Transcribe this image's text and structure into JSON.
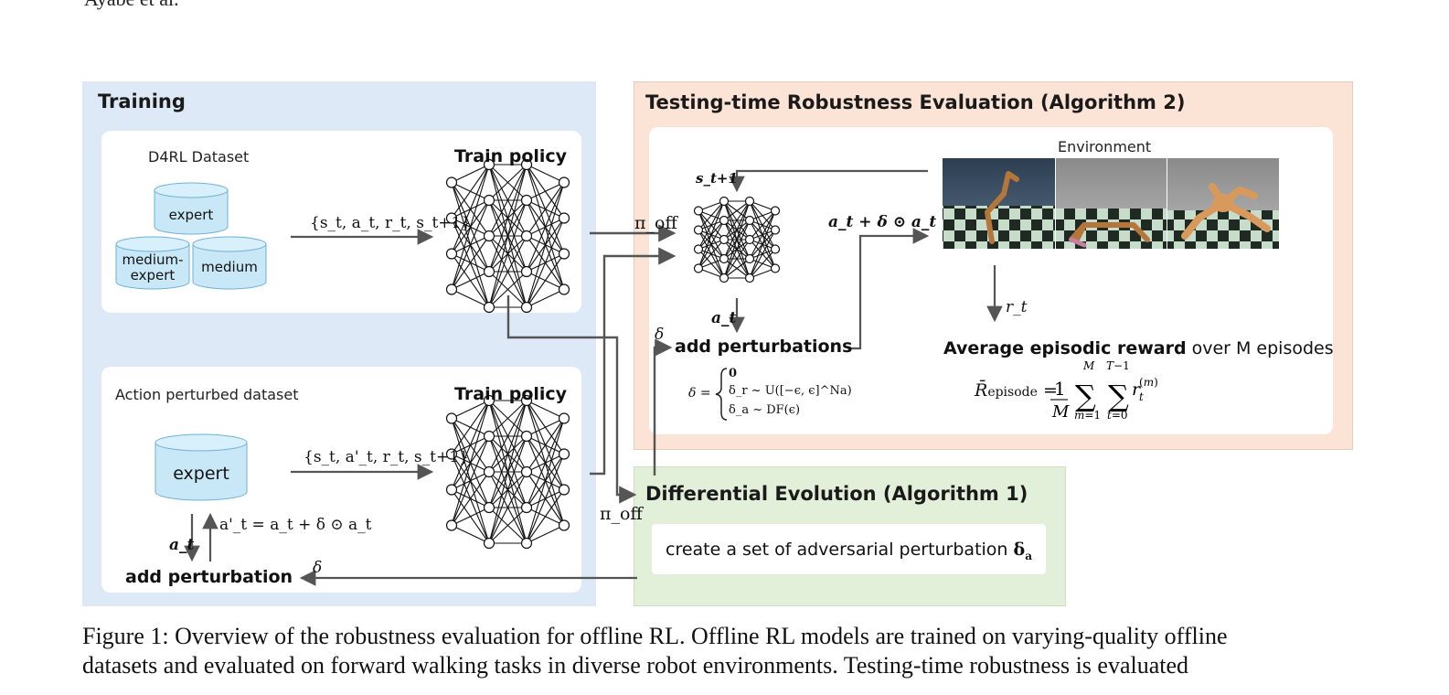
{
  "running_header": "Ayabe et al.",
  "training": {
    "title": "Training",
    "d4rl_label": "D4RL Dataset",
    "datasets": [
      "expert",
      "medium-expert",
      "medium"
    ],
    "tuple_label": "{s_t, a_t, r_t, s_t+1}",
    "train_policy_label": "Train policy",
    "perturbed_label": "Action perturbed dataset",
    "perturbed_dataset": "expert",
    "perturbed_tuple": "{s_t, a'_t, r_t, s_t+1}",
    "train_policy_label_2": "Train policy",
    "a_t": "a_t",
    "a_prime_eq": "a'_t = a_t + δ ⊙ a_t",
    "add_perturbation": "add perturbation",
    "delta": "δ"
  },
  "testing": {
    "title_main": "Testing-time Robustness Evaluation",
    "title_suffix": "(Algorithm 2)",
    "environment_label": "Environment",
    "s_next": "s_t+1",
    "pi_off": "π_off",
    "action_expr": "a_t + δ ⊙ a_t",
    "a_t": "a_t",
    "delta": "δ",
    "add_perturbations": "add perturbations",
    "delta_cases": [
      "0",
      "δ_r ~ U([−ϵ, ϵ]^Na)",
      "δ_a ~ DF(ϵ)"
    ],
    "r_t": "r_t",
    "avg_reward_bold": "Average episodic reward",
    "avg_reward_rest": "over M episodes",
    "reward_formula": "R̄_episode = 1/M Σ_{m=1}^{M} Σ_{t=0}^{T−1} r_t^(m)"
  },
  "de": {
    "title": "Differential Evolution (Algorithm 1)",
    "box_text": "create a  set of adversarial perturbation",
    "box_symbol": "δ_a",
    "pi_off": "π_off"
  },
  "caption": {
    "line1": "Figure 1: Overview of the robustness evaluation for offline RL. Offline RL models are trained on varying-quality offline",
    "line2": "datasets and evaluated on forward walking tasks in diverse robot environments. Testing-time robustness is evaluated"
  },
  "colors": {
    "training_bg": "#dde9f6",
    "testing_bg": "#fbe3d6",
    "de_bg": "#e2efd9",
    "cylinder": "#c9e8f7",
    "accent_red": "#c00000"
  }
}
